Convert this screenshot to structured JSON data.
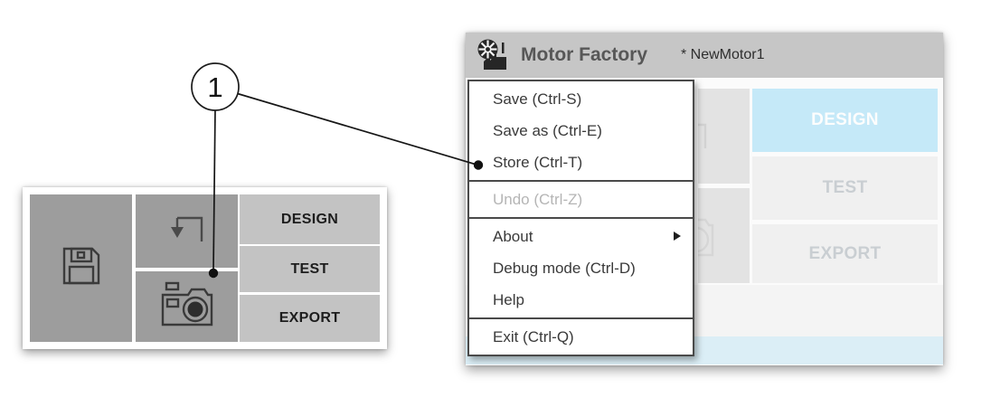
{
  "callout": {
    "number": "1"
  },
  "toolbar": {
    "tabs": {
      "design": "DESIGN",
      "test": "TEST",
      "export": "EXPORT"
    },
    "icons": {
      "save": "floppy-disk-icon",
      "load": "load-arrow-icon",
      "snapshot": "camera-icon"
    }
  },
  "window": {
    "title": "Motor Factory",
    "document": "* NewMotor1",
    "logo_icon": "motor-factory-logo",
    "menu": {
      "sections": [
        {
          "items": [
            "Save (Ctrl-S)",
            "Save as (Ctrl-E)",
            "Store (Ctrl-T)"
          ]
        },
        {
          "items": [
            "Undo (Ctrl-Z)"
          ]
        },
        {
          "items": [
            "About",
            "Debug mode (Ctrl-D)",
            "Help"
          ]
        },
        {
          "items": [
            "Exit (Ctrl-Q)"
          ]
        }
      ]
    },
    "background_tabs": {
      "design": "DESIGN",
      "test": "TEST",
      "export": "EXPORT"
    }
  },
  "colors": {
    "accent_blue": "#29abe2",
    "faded_blue": "#c5e9f8",
    "header_gray": "#c6c6c6",
    "button_gray": "#9d9d9d",
    "tab_gray": "#c3c3c3",
    "status_strip_blue": "#dbeef6"
  }
}
